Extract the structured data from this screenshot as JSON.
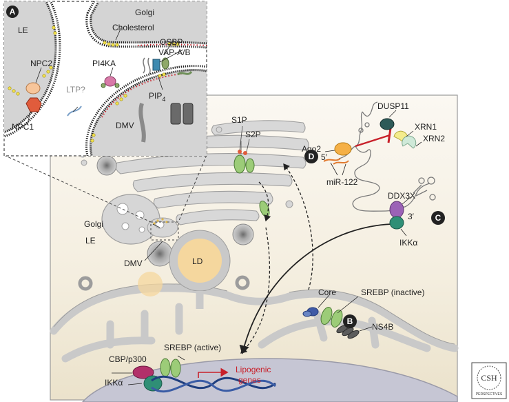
{
  "panels": {
    "a": "A",
    "b": "B",
    "c": "C",
    "d": "D"
  },
  "inset": {
    "le": "LE",
    "golgi": "Golgi",
    "cholesterol": "Cholesterol",
    "osbp": "OSBP",
    "vap": "VAP-A/B",
    "pi4ka": "PI4KA",
    "npc2": "NPC2",
    "ltp": "LTP?",
    "pip4_base": "PIP",
    "pip4_sub": "4",
    "npc1": "NPC1",
    "dmv": "DMV"
  },
  "cell": {
    "s1p": "S1P",
    "s2p": "S2P",
    "golgi": "Golgi",
    "le": "LE",
    "dmv": "DMV",
    "ld": "LD",
    "core": "Core",
    "srebp_inactive": "SREBP (inactive)",
    "ns4b": "NS4B",
    "cbp": "CBP/p300",
    "srebp_active": "SREBP (active)",
    "ikka": "IKKα",
    "lipogenic1": "Lipogenic",
    "lipogenic2": "genes"
  },
  "rna": {
    "dusp11": "DUSP11",
    "xrn1": "XRN1",
    "xrn2": "XRN2",
    "ago2": "Ago2",
    "five_prime": "5′",
    "mir122": "miR-122",
    "ddx3x": "DDX3X",
    "three_prime": "3′",
    "ikka": "IKKα"
  },
  "logo": {
    "text": "CSH",
    "sub": "PERSPECTIVES"
  },
  "colors": {
    "membrane_fill": "#d4d4d4",
    "cytoplasm": "#f4eedf",
    "nucleus": "#c6c6d4",
    "lipid_droplet": "#f5d79e",
    "protein_green": "#9ccc78",
    "npc2": "#f7c59a",
    "npc1": "#e05c3c",
    "ago2": "#f5b046",
    "ddx3x": "#9b62b6",
    "ikk": "#2f8f76",
    "cbp": "#b2306a",
    "dusp11": "#2e5a58",
    "xrn1": "#f4ec8c",
    "xrn2": "#cfe9d8",
    "accent_red": "#c8202a",
    "dna": "#1f3f7f"
  }
}
